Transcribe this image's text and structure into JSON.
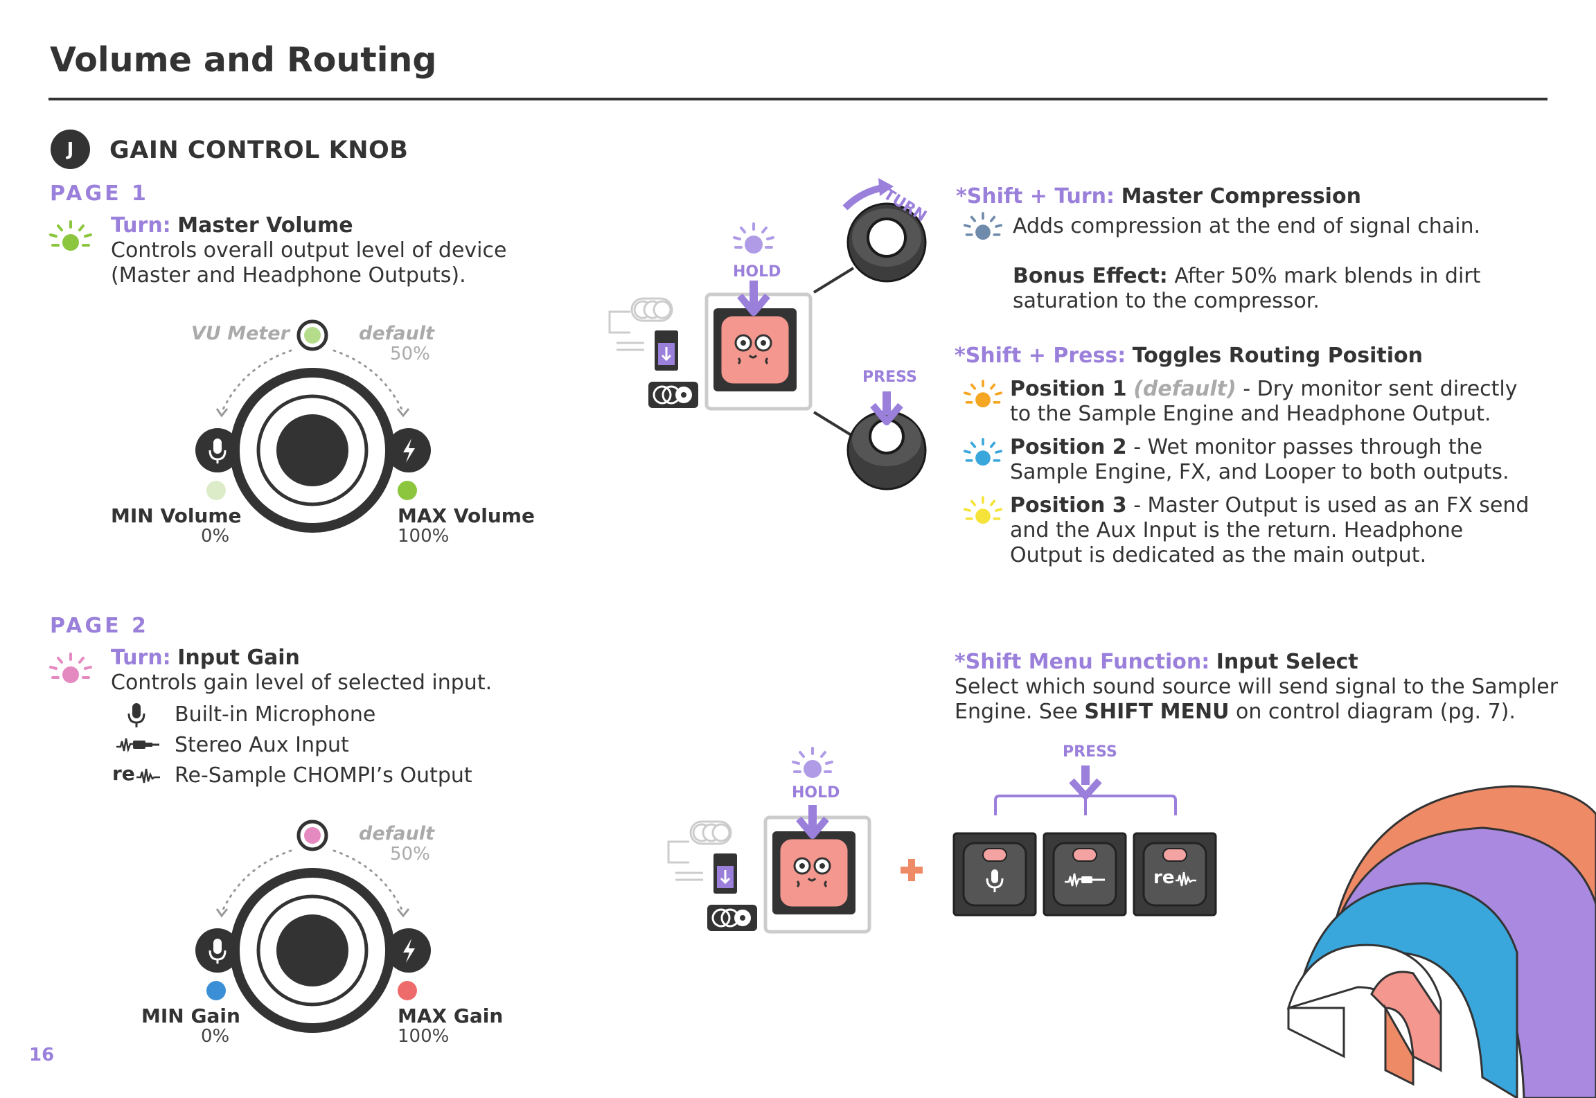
{
  "header": {
    "title": "Volume and Routing"
  },
  "section": {
    "badge": "J",
    "title": "GAIN CONTROL KNOB"
  },
  "page1": {
    "label": "PAGE  1",
    "turn_prefix": "Turn:",
    "turn_name": "Master Volume",
    "desc_line1": "Controls overall output level of device",
    "desc_line2": "(Master and Headphone Outputs).",
    "knob": {
      "vu_label": "VU Meter",
      "default_label": "default",
      "default_value": "50%",
      "min_label": "MIN Volume",
      "min_value": "0%",
      "max_label": "MAX Volume",
      "max_value": "100%"
    },
    "hold_label": "HOLD",
    "turn_label": "TURN",
    "press_label": "PRESS",
    "shift_turn": {
      "prefix": "*Shift + Turn:",
      "name": "Master Compression",
      "desc": "Adds compression at the end of signal chain.",
      "bonus_label": "Bonus Effect:",
      "bonus_line1": "After 50% mark blends in dirt",
      "bonus_line2": "saturation to the compressor."
    },
    "shift_press": {
      "prefix": "*Shift + Press:",
      "name": "Toggles Routing Position",
      "positions": [
        {
          "name": "Position 1",
          "tag": "(default)",
          "line1": " - Dry monitor sent directly",
          "line2": "to the Sample Engine and Headphone Output.",
          "line3": ""
        },
        {
          "name": "Position 2",
          "tag": "",
          "line1": " - Wet monitor passes through the",
          "line2": "Sample Engine,  FX, and Looper to both outputs.",
          "line3": ""
        },
        {
          "name": "Position 3",
          "tag": "",
          "line1": " - Master Output is used as an FX send",
          "line2": "and the Aux Input is the return. Headphone",
          "line3": "Output is dedicated as the main output."
        }
      ]
    }
  },
  "page2": {
    "label": "PAGE  2",
    "turn_prefix": "Turn:",
    "turn_name": "Input Gain",
    "desc": "Controls gain level of selected input.",
    "inputs": [
      {
        "icon": "microphone-icon",
        "label": "Built-in Microphone"
      },
      {
        "icon": "aux-cable-icon",
        "label": "Stereo Aux Input"
      },
      {
        "icon": "resample-icon",
        "glyph": "re",
        "label": "Re-Sample CHOMPI’s Output"
      }
    ],
    "knob": {
      "default_label": "default",
      "default_value": "50%",
      "min_label": "MIN Gain",
      "min_value": "0%",
      "max_label": "MAX Gain",
      "max_value": "100%"
    },
    "hold_label": "HOLD",
    "press_label": "PRESS",
    "button_glyph": "re",
    "shift_menu": {
      "prefix": "*Shift Menu Function:",
      "name": "Input Select",
      "line1": "Select which sound source will send signal to the Sampler",
      "line2_pre": "Engine. See ",
      "line2_bold": "SHIFT MENU",
      "line2_post": " on control diagram (pg. 7)."
    }
  },
  "footer": {
    "page_number": "16"
  },
  "colors": {
    "accent_purple": "#9a7fdb",
    "green": "#8cc63f",
    "pink": "#e58ac0",
    "orange": "#f5a623",
    "blue": "#3aa7dc",
    "yellow": "#f6e33a",
    "red": "#ee6b6b",
    "salmon": "#f4978e",
    "dark": "#3a3a3a"
  }
}
